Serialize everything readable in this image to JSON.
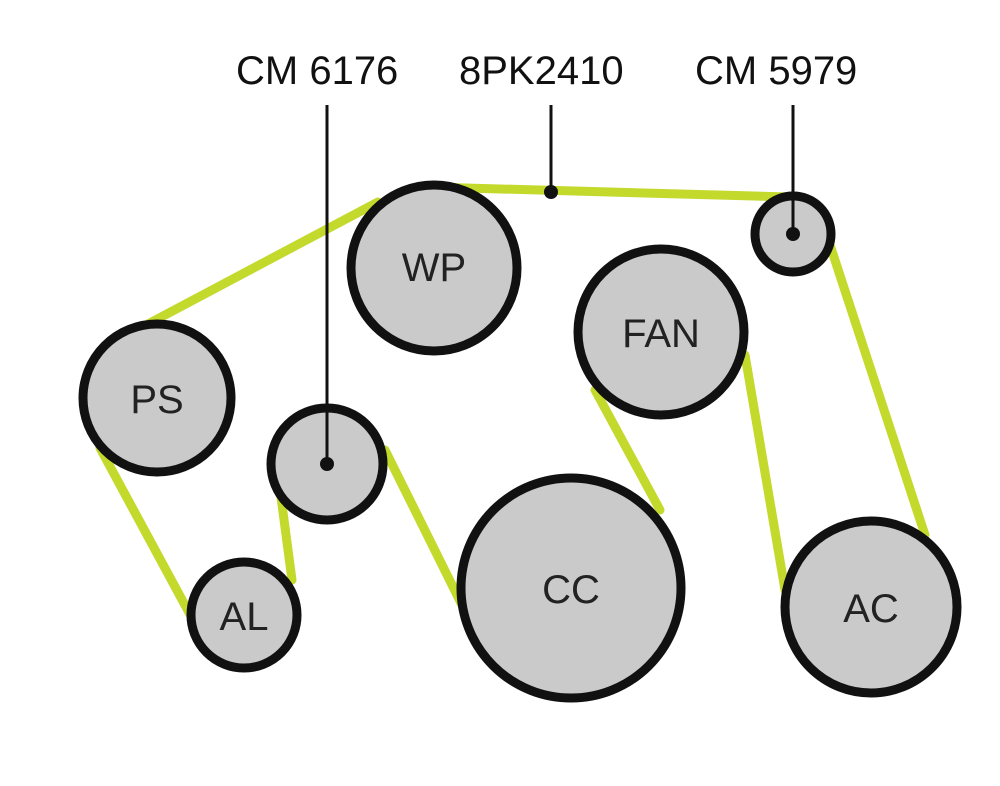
{
  "callouts": {
    "idler_left": "CM 6176",
    "belt": "8PK2410",
    "idler_right": "CM 5979"
  },
  "pulleys": {
    "wp": "WP",
    "fan": "FAN",
    "ps": "PS",
    "al": "AL",
    "cc": "CC",
    "ac": "AC"
  },
  "colors": {
    "belt": "#c3d92b",
    "pulley_fill": "#cacaca",
    "outline": "#111111"
  }
}
